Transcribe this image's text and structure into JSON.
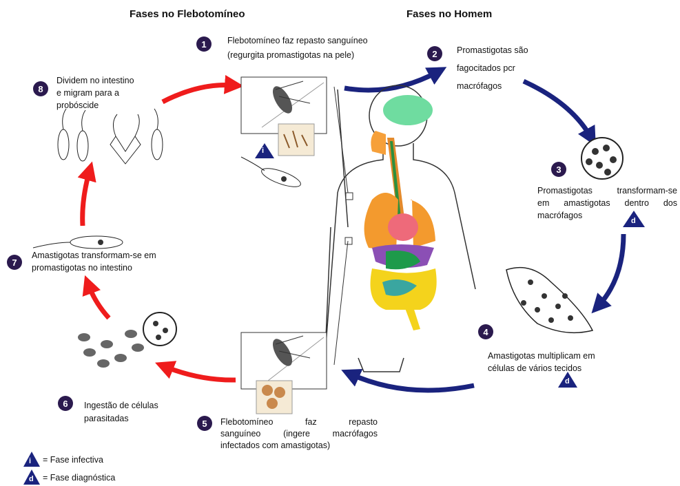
{
  "headers": {
    "left": "Fases no Flebotomíneo",
    "right": "Fases no Homem"
  },
  "steps": [
    {
      "n": "1",
      "lines": [
        "Flebotomíneo faz repasto sanguíneo",
        "(regurgita promastigotas na pele)"
      ]
    },
    {
      "n": "2",
      "lines": [
        "Promastigotas são",
        "fagocitados pcr",
        "macrófagos"
      ]
    },
    {
      "n": "3",
      "lines": [
        "Promastigotas transformam-se",
        "em amastigotas dentro dos",
        "macrófagos"
      ]
    },
    {
      "n": "4",
      "lines": [
        "Amastigotas multiplicam em",
        "células de vários tecidos"
      ]
    },
    {
      "n": "5",
      "lines": [
        "Flebotomíneo faz repasto",
        "sanguíneo (ingere macrófagos",
        "infectados com amastigotas)"
      ]
    },
    {
      "n": "6",
      "lines": [
        "Ingestão de células",
        "parasitadas"
      ]
    },
    {
      "n": "7",
      "lines": [
        "Amastigotas transformam-se em",
        "promastigotas no intestino"
      ]
    },
    {
      "n": "8",
      "lines": [
        "Dividem no intestino",
        "e migram para a",
        "probóscide"
      ]
    }
  ],
  "legend": {
    "infective_symbol": "i",
    "infective_label": "= Fase infectiva",
    "diagnostic_symbol": "d",
    "diagnostic_label": "= Fase diagnóstica"
  },
  "colors": {
    "red_arrow": "#ef1c1c",
    "blue_arrow": "#1a237e",
    "badge": "#2b1a4e",
    "legend_triangle": "#1a237e"
  }
}
